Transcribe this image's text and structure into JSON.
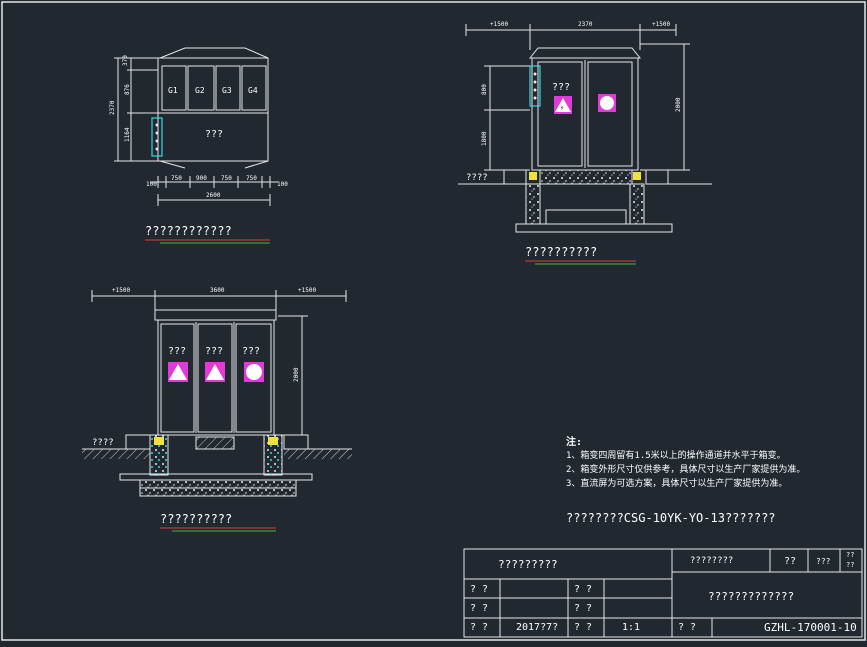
{
  "colors": {
    "background": "#212830",
    "line": "#e6e6e6",
    "accent_red": "#e23a3a",
    "accent_green": "#3dbb3d",
    "accent_cyan": "#38d6e0",
    "accent_magenta": "#e23ad8",
    "accent_yellow": "#f0e040"
  },
  "view_top": {
    "dims_left": [
      "370",
      "876",
      "1164",
      "2370"
    ],
    "dims_bottom": [
      "100",
      "750",
      "900",
      "750",
      "750",
      "100"
    ],
    "dim_total": "2600",
    "compartments": [
      "G1",
      "G2",
      "G3",
      "G4"
    ],
    "center_label": "???",
    "caption": "????????????"
  },
  "view_side": {
    "dims_top": [
      "+1500",
      "2370",
      "+1500"
    ],
    "dims_left": [
      "800",
      "1800"
    ],
    "dim_right": "2000",
    "door_label": "???",
    "ground_label": "????",
    "caption": "??????????"
  },
  "view_front": {
    "dims_top": [
      "+1500",
      "3600",
      "+1500"
    ],
    "dim_right": "2000",
    "door_labels": [
      "???",
      "???",
      "???"
    ],
    "ground_label": "????",
    "caption": "??????????"
  },
  "notes": {
    "heading": "注:",
    "items": [
      "1、箱变四周留有1.5米以上的操作通道并水平于箱变。",
      "2、箱变外形尺寸仅供参考，具体尺寸以生产厂家提供为准。",
      "3、直流屏为可选方案，具体尺寸以生产厂家提供为准。"
    ],
    "model_line": "????????CSG-10YK-YO-13???????"
  },
  "title_block": {
    "project": "?????????",
    "design_stage": "????????",
    "cell_a": "??",
    "cell_b": "???",
    "cell_c1": "??",
    "cell_c2": "??",
    "drawing_title": "?????????????",
    "row1_label": "? ?",
    "row1_label2": "? ?",
    "row2_label": "? ?",
    "row2_label2": "? ?",
    "row3_label": "? ?",
    "date": "2017?7?",
    "row3_label2": "? ?",
    "scale": "1:1",
    "row3_label3": "? ?",
    "drawing_number": "GZHL-170001-10"
  }
}
